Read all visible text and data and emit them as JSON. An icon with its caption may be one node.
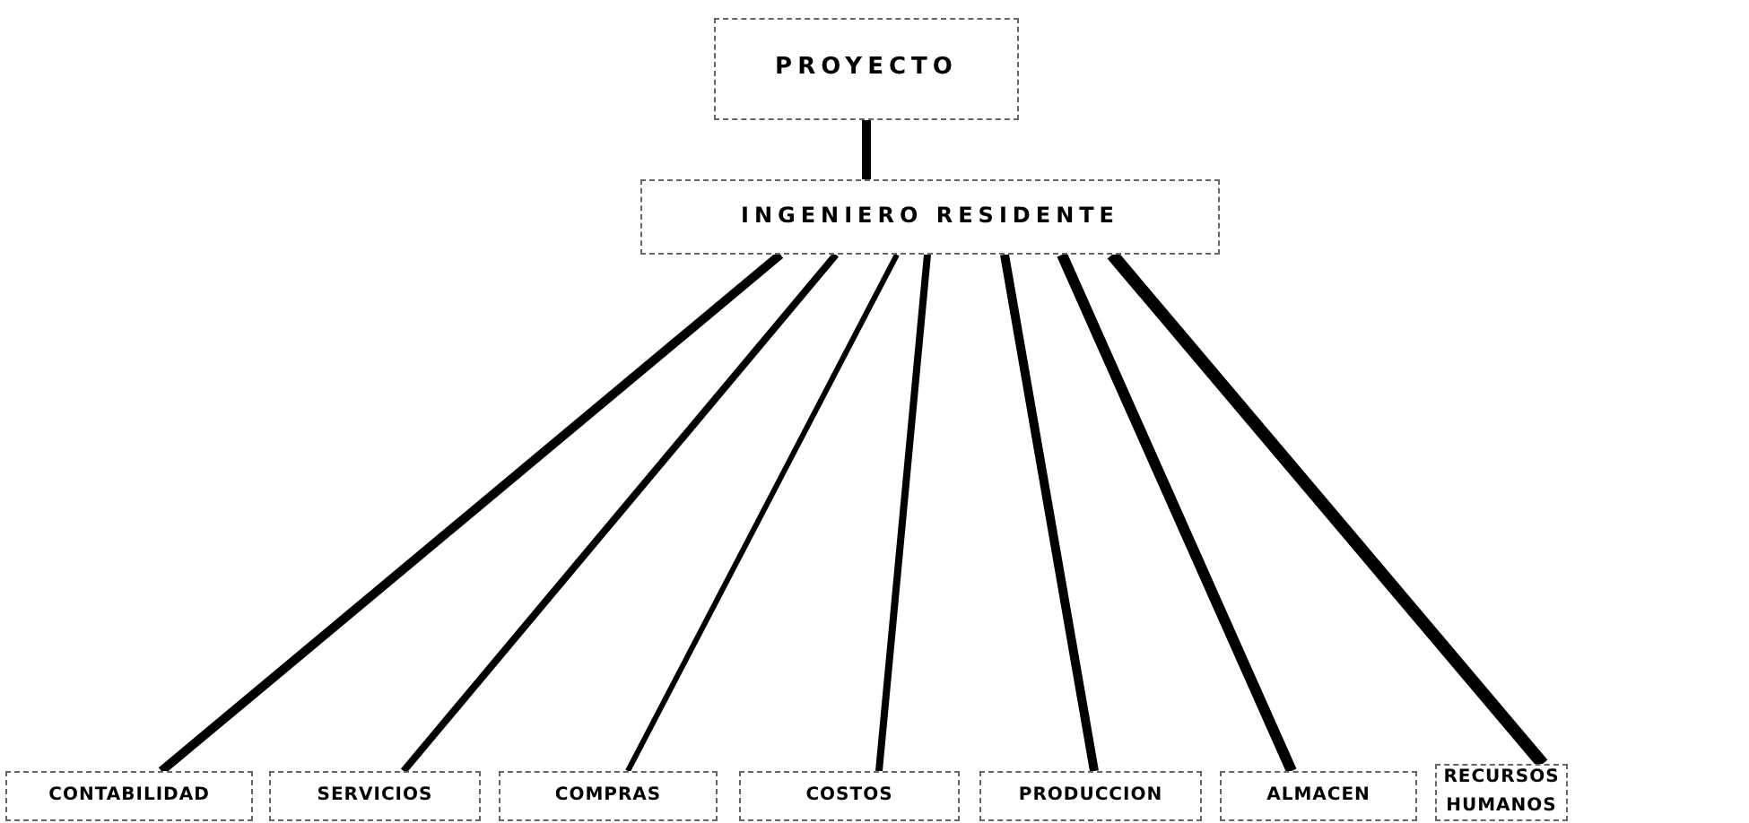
{
  "diagram": {
    "nodes": [
      {
        "text": [
          "PROYECTO"
        ]
      },
      {
        "text": [
          "INGENIERO RESIDENTE"
        ]
      },
      {
        "text": [
          "CONTABILIDAD"
        ]
      },
      {
        "text": [
          "SERVICIOS"
        ]
      },
      {
        "text": [
          "COMPRAS"
        ]
      },
      {
        "text": [
          "COSTOS"
        ]
      },
      {
        "text": [
          "PRODUCCION"
        ]
      },
      {
        "text": [
          "ALMACEN"
        ]
      },
      {
        "text": [
          "RECURSOS HUMANOS"
        ]
      }
    ],
    "edges": [
      {
        "from": 0,
        "to": 1,
        "arrow": "none"
      },
      {
        "from": 1,
        "to": 2,
        "arrow": "none"
      },
      {
        "from": 1,
        "to": 3,
        "arrow": "none"
      },
      {
        "from": 1,
        "to": 4,
        "arrow": "none"
      },
      {
        "from": 1,
        "to": 5,
        "arrow": "none"
      },
      {
        "from": 1,
        "to": 6,
        "arrow": "none"
      },
      {
        "from": 1,
        "to": 7,
        "arrow": "none"
      },
      {
        "from": 1,
        "to": 8,
        "arrow": "none"
      }
    ]
  }
}
